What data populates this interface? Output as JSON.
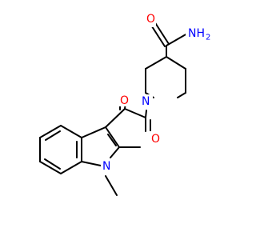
{
  "molecule": {
    "atoms": {
      "amide_n": "NH",
      "amide_n_sub": "2",
      "amide_o": "O",
      "piperidine_n": "N",
      "oxo_o1": "O",
      "oxo_o2": "O",
      "indole_n": "N"
    },
    "colors": {
      "bond": "#000000",
      "nitrogen": "#0000ff",
      "oxygen": "#ff0000",
      "background": "#ffffff"
    }
  }
}
